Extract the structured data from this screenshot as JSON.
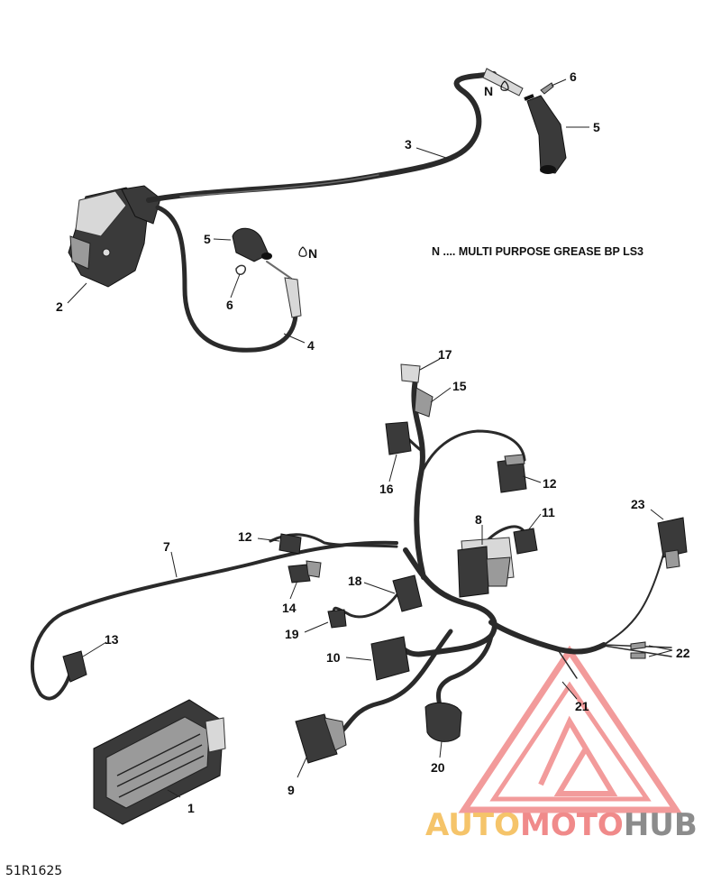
{
  "note": {
    "text": "N .... MULTI PURPOSE GREASE BP LS3"
  },
  "callouts": [
    {
      "id": "c1",
      "label": "1"
    },
    {
      "id": "c2",
      "label": "2"
    },
    {
      "id": "c3",
      "label": "3"
    },
    {
      "id": "c4",
      "label": "4"
    },
    {
      "id": "c5a",
      "label": "5"
    },
    {
      "id": "c5b",
      "label": "5"
    },
    {
      "id": "c6a",
      "label": "6"
    },
    {
      "id": "c6b",
      "label": "6"
    },
    {
      "id": "c7",
      "label": "7"
    },
    {
      "id": "c8",
      "label": "8"
    },
    {
      "id": "c9",
      "label": "9"
    },
    {
      "id": "c10",
      "label": "10"
    },
    {
      "id": "c11",
      "label": "11"
    },
    {
      "id": "c12a",
      "label": "12"
    },
    {
      "id": "c12b",
      "label": "12"
    },
    {
      "id": "c13",
      "label": "13"
    },
    {
      "id": "c14",
      "label": "14"
    },
    {
      "id": "c15",
      "label": "15"
    },
    {
      "id": "c16",
      "label": "16"
    },
    {
      "id": "c17",
      "label": "17"
    },
    {
      "id": "c18",
      "label": "18"
    },
    {
      "id": "c19",
      "label": "19"
    },
    {
      "id": "c20",
      "label": "20"
    },
    {
      "id": "c21",
      "label": "21"
    },
    {
      "id": "c22",
      "label": "22"
    },
    {
      "id": "c23",
      "label": "23"
    }
  ],
  "grease_marks": [
    {
      "id": "g1",
      "label": "N"
    },
    {
      "id": "g2",
      "label": "N"
    }
  ],
  "diagram_code": "51R1625",
  "watermark": {
    "part1": "AUTO",
    "part2": "MOTO",
    "part3": "HUB",
    "color_primary": "#f08a8a",
    "color_secondary": "#f5c46a",
    "color_tertiary": "#8c8c8c"
  }
}
